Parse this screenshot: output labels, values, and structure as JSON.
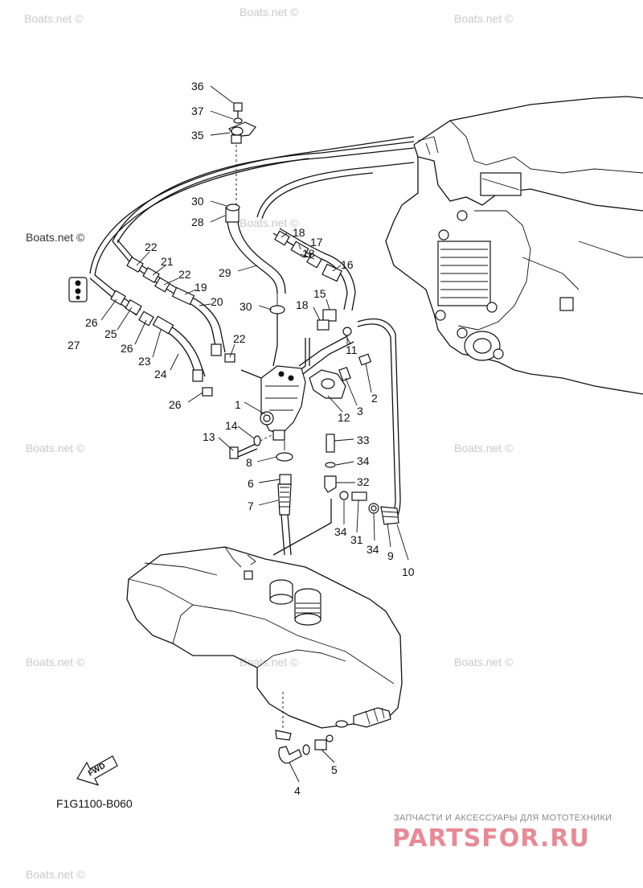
{
  "diagram_code": "F1G1100-B060",
  "watermarks": [
    "Boats.net ©",
    "Boats.net ©",
    "Boats.net ©",
    "Boats.net ©",
    "Boats.net ©",
    "Boats.net ©",
    "Boats.net ©",
    "Boats.net ©",
    "Boats.net ©",
    "Boats.net ©"
  ],
  "watermark_dark": "Boats.net ©",
  "fwd_label": "FWD",
  "banner": {
    "subtitle": "ЗАПЧАСТИ И АКСЕССУАРЫ ДЛЯ МОТОТЕХНИКИ",
    "logo": "PARTSFOR.RU"
  },
  "callouts": [
    "36",
    "37",
    "35",
    "30",
    "28",
    "18",
    "17",
    "18",
    "16",
    "22",
    "21",
    "22",
    "19",
    "20",
    "29",
    "30",
    "18",
    "15",
    "27",
    "26",
    "25",
    "26",
    "23",
    "24",
    "22",
    "11",
    "2",
    "3",
    "12",
    "26",
    "1",
    "14",
    "13",
    "33",
    "8",
    "34",
    "6",
    "32",
    "7",
    "34",
    "31",
    "34",
    "9",
    "10",
    "4",
    "5"
  ]
}
